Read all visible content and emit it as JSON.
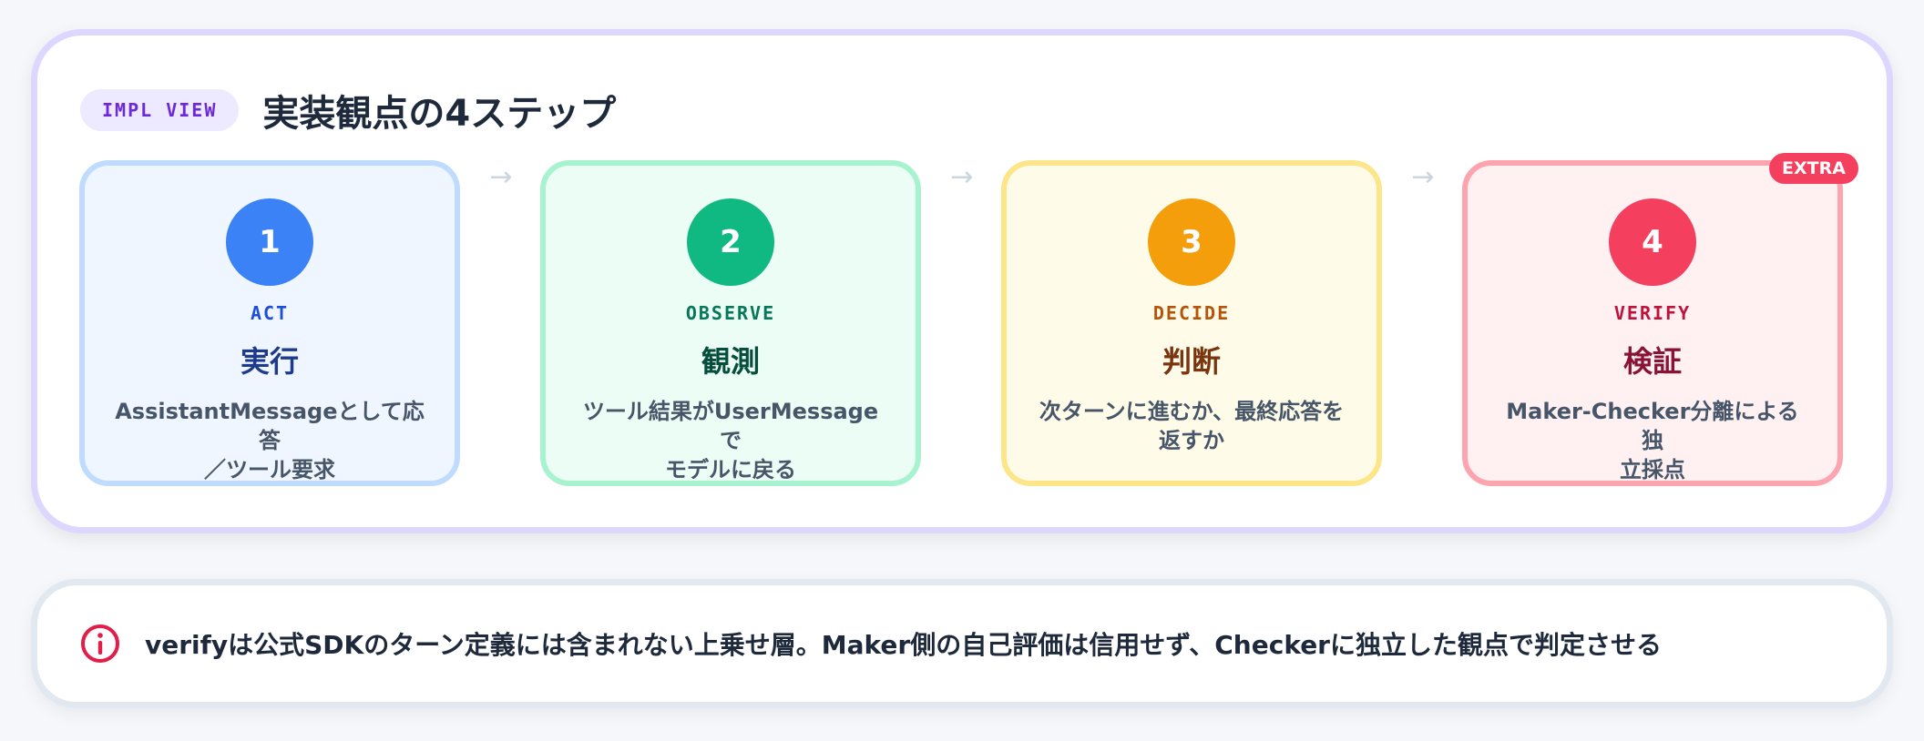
{
  "header": {
    "badge": "IMPL VIEW",
    "title": "実装観点の4ステップ"
  },
  "steps": [
    {
      "number": "1",
      "eyebrow": "ACT",
      "title": "実行",
      "desc_line1": "AssistantMessageとして応答",
      "desc_line2": "／ツール要求",
      "color": "#3b82f6"
    },
    {
      "number": "2",
      "eyebrow": "OBSERVE",
      "title": "観測",
      "desc_line1": "ツール結果がUserMessageで",
      "desc_line2": "モデルに戻る",
      "color": "#10b981"
    },
    {
      "number": "3",
      "eyebrow": "DECIDE",
      "title": "判断",
      "desc_line1": "次ターンに進むか、最終応答を",
      "desc_line2": "返すか",
      "color": "#f59e0b"
    },
    {
      "number": "4",
      "eyebrow": "VERIFY",
      "title": "検証",
      "desc_line1": "Maker-Checker分離による独",
      "desc_line2": "立採点",
      "color": "#f43f5e"
    }
  ],
  "extra_badge": "EXTRA",
  "arrow_icon": "arrow-right-icon",
  "note": {
    "icon": "info-icon",
    "text": "verifyは公式SDKのターン定義には含まれない上乗せ層。Maker側の自己評価は信用せず、Checkerに独立した観点で判定させる"
  }
}
